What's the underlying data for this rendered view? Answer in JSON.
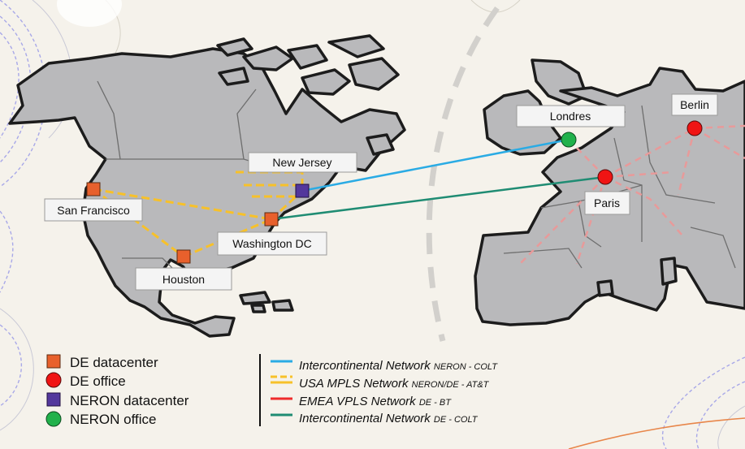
{
  "cities": {
    "san_francisco": "San Francisco",
    "houston": "Houston",
    "washington_dc": "Washington DC",
    "new_jersey": "New Jersey",
    "londres": "Londres",
    "paris": "Paris",
    "berlin": "Berlin"
  },
  "legend_sites": [
    {
      "label": "DE datacenter",
      "shape": "square",
      "color": "#e8602c"
    },
    {
      "label": "DE office",
      "shape": "circle",
      "color": "#f01414"
    },
    {
      "label": "NERON datacenter",
      "shape": "square",
      "color": "#53379c"
    },
    {
      "label": "NERON office",
      "shape": "circle",
      "color": "#21b14b"
    }
  ],
  "legend_networks": [
    {
      "name": "Intercontinental Network",
      "sub": "NERON - COLT",
      "color": "#2aabe4",
      "style": "solid"
    },
    {
      "name": "USA MPLS Network",
      "sub": "NERON/DE - AT&T",
      "color": "#f7c12a",
      "style": "dashed"
    },
    {
      "name": "EMEA VPLS Network",
      "sub": "DE - BT",
      "color": "#ee2b2b",
      "style": "solid"
    },
    {
      "name": "Intercontinental Network",
      "sub": "DE - COLT",
      "color": "#1f8c73",
      "style": "solid"
    }
  ],
  "colors": {
    "background": "#f5f2eb",
    "land": "#b9b9bb",
    "mpls": "#f7c12a",
    "vpls_map": "#e89a9a"
  }
}
